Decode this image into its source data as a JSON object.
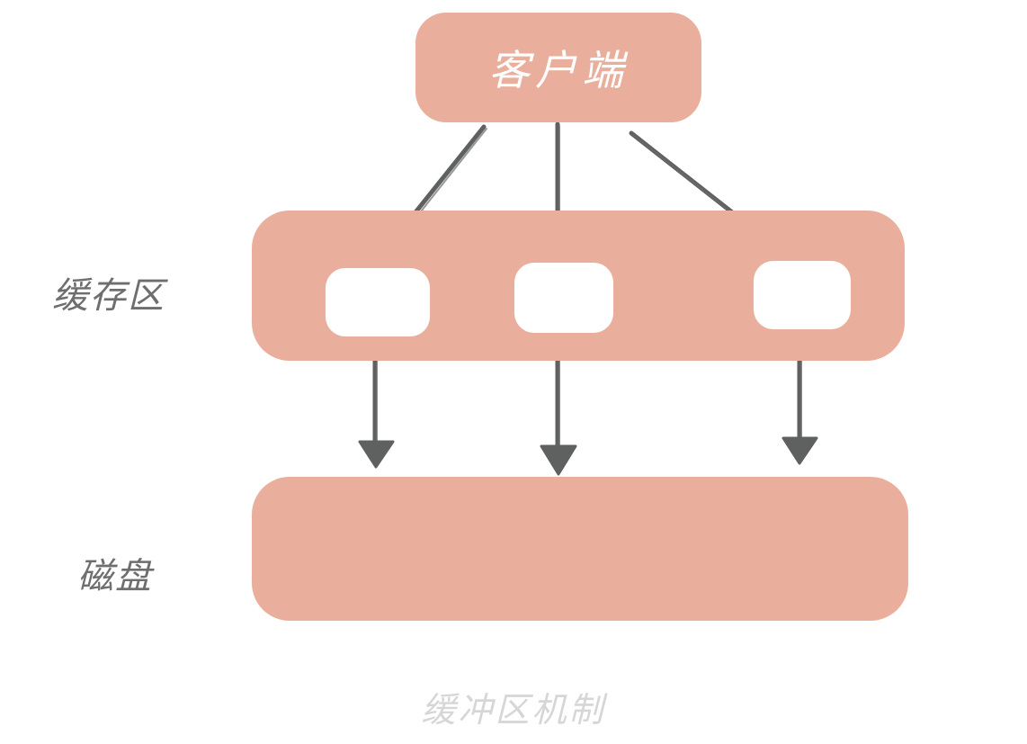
{
  "diagram": {
    "caption": "缓冲区机制",
    "colors": {
      "block_fill": "#eaaf9c",
      "slot_fill": "#ffffff",
      "arrow": "#5f6060",
      "label_text": "#6e6e6e",
      "client_text": "#ffffff",
      "caption_text": "#d6d6d6",
      "background": "#ffffff"
    },
    "nodes": {
      "client": {
        "label": "客户端",
        "role": "client"
      },
      "cache": {
        "label": "缓存区",
        "role": "cache-buffer-area",
        "slots": [
          {
            "name": "buffer-slot-1"
          },
          {
            "name": "buffer-slot-2"
          },
          {
            "name": "buffer-slot-3"
          }
        ]
      },
      "disk": {
        "label": "磁盘",
        "role": "disk-storage"
      }
    },
    "edges": [
      {
        "from": "client",
        "to": "buffer-slot-1",
        "style": "arrow"
      },
      {
        "from": "client",
        "to": "buffer-slot-2",
        "style": "arrow"
      },
      {
        "from": "client",
        "to": "buffer-slot-3",
        "style": "arrow"
      },
      {
        "from": "buffer-slot-1",
        "to": "disk",
        "style": "arrow"
      },
      {
        "from": "buffer-slot-2",
        "to": "disk",
        "style": "arrow"
      },
      {
        "from": "buffer-slot-3",
        "to": "disk",
        "style": "arrow"
      }
    ]
  }
}
